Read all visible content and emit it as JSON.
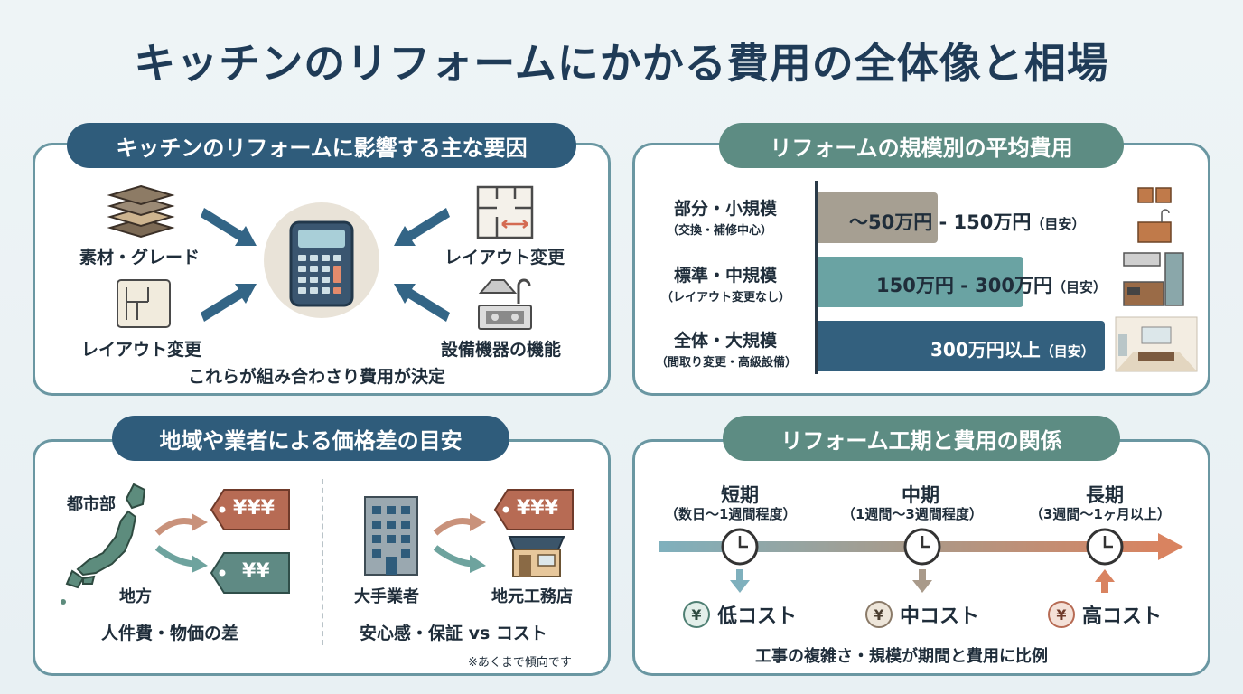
{
  "title": "キッチンのリフォームにかかる費用の全体像と相場",
  "factors": {
    "heading": "キッチンのリフォームに影響する主な要因",
    "items": [
      "素材・グレード",
      "レイアウト変更",
      "レイアウト変更",
      "設備機器の機能"
    ],
    "conclusion": "これらが組み合わさり費用が決定"
  },
  "scale": {
    "heading": "リフォームの規模別の平均費用",
    "rows": [
      {
        "label": "部分・小規模",
        "sub": "（交換・補修中心）",
        "range": "〜50万円 - 150万円",
        "note": "（目安）",
        "color": "#a69f92"
      },
      {
        "label": "標準・中規模",
        "sub": "（レイアウト変更なし）",
        "range": "150万円 - 300万円",
        "note": "（目安）",
        "color": "#6aa3a3"
      },
      {
        "label": "全体・大規模",
        "sub": "（間取り変更・高級設備）",
        "range": "300万円以上",
        "note": "（目安）",
        "color": "#33607e"
      }
    ]
  },
  "region": {
    "heading": "地域や業者による価格差の目安",
    "urban": "都市部",
    "rural": "地方",
    "tag_high": "¥¥¥",
    "tag_low": "¥¥",
    "left_caption": "人件費・物価の差",
    "big": "大手業者",
    "local": "地元工務店",
    "right_caption": "安心感・保証 vs コスト",
    "note": "※あくまで傾向です"
  },
  "period": {
    "heading": "リフォーム工期と費用の関係",
    "terms": [
      {
        "label": "短期",
        "sub": "（数日〜1週間程度）",
        "cost": "低コスト",
        "symbol": "¥"
      },
      {
        "label": "中期",
        "sub": "（1週間〜3週間程度）",
        "cost": "中コスト",
        "symbol": "¥"
      },
      {
        "label": "長期",
        "sub": "（3週間〜1ヶ月以上）",
        "cost": "高コスト",
        "symbol": "¥"
      }
    ],
    "caption": "工事の複雑さ・規模が期間と費用に比例"
  }
}
